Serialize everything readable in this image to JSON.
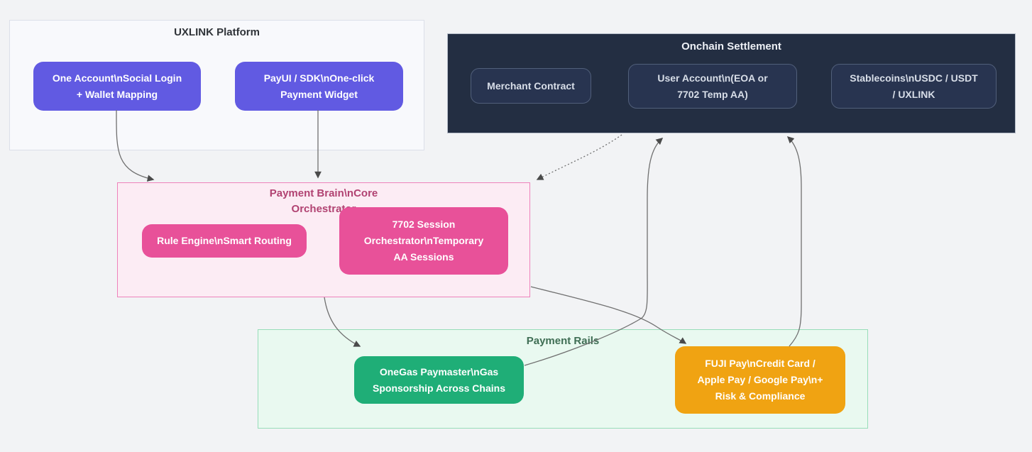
{
  "clusters": {
    "uxlink_platform": {
      "title": "UXLINK Platform"
    },
    "onchain_settlement": {
      "title": "Onchain Settlement"
    },
    "payment_brain": {
      "title": "Payment Brain\\nCore\nOrchestrator"
    },
    "payment_rails": {
      "title": "Payment Rails"
    }
  },
  "nodes": {
    "one_account": {
      "label": "One Account\\nSocial Login\n+ Wallet Mapping"
    },
    "payui_sdk": {
      "label": "PayUI / SDK\\nOne-click\nPayment Widget"
    },
    "merchant_contract": {
      "label": "Merchant Contract"
    },
    "user_account": {
      "label": "User Account\\n(EOA or\n7702 Temp AA)"
    },
    "stablecoins": {
      "label": "Stablecoins\\nUSDC / USDT\n/ UXLINK"
    },
    "rule_engine": {
      "label": "Rule Engine\\nSmart Routing"
    },
    "session_orchestrator": {
      "label": "7702 Session\nOrchestrator\\nTemporary\nAA Sessions"
    },
    "onegas_paymaster": {
      "label": "OneGas Paymaster\\nGas\nSponsorship Across Chains"
    },
    "fuji_pay": {
      "label": "FUJI Pay\\nCredit Card /\nApple Pay / Google Pay\\n+\nRisk & Compliance"
    }
  },
  "edges": [
    {
      "from": "one_account",
      "to": "payment_brain",
      "style": "solid"
    },
    {
      "from": "payui_sdk",
      "to": "payment_brain",
      "style": "solid"
    },
    {
      "from": "onchain_settlement",
      "to": "payment_brain",
      "style": "dotted"
    },
    {
      "from": "payment_brain",
      "to": "onegas_paymaster",
      "style": "solid"
    },
    {
      "from": "payment_brain",
      "to": "fuji_pay",
      "style": "solid"
    },
    {
      "from": "onegas_paymaster",
      "to": "onchain_settlement",
      "style": "solid"
    },
    {
      "from": "fuji_pay",
      "to": "onchain_settlement",
      "style": "solid"
    }
  ],
  "colors": {
    "page-bg": "#f2f3f5",
    "edge": "#707070",
    "arrowhead": "#4a4a4a",
    "uxlink-bg": "#f8f9fc",
    "uxlink-border": "#dcdfe9",
    "uxlink-title": "#2f3338",
    "purple-node": "#615ae2",
    "dark-bg": "#232e42",
    "dark-border": "#b6bdc9",
    "dark-title": "#edf0f5",
    "dark-node-bg": "#283450",
    "dark-node-border": "#515f7a",
    "dark-node-text": "#d8dee8",
    "brain-bg": "#fcecf4",
    "brain-border": "#ee82bb",
    "brain-title": "#b14372",
    "pink-node": "#e85199",
    "rails-bg": "#e9f9f0",
    "rails-border": "#98ddb9",
    "rails-title": "#3f6e54",
    "green-node": "#1fae77",
    "orange-node": "#f0a312",
    "node-text": "#ffffff"
  }
}
